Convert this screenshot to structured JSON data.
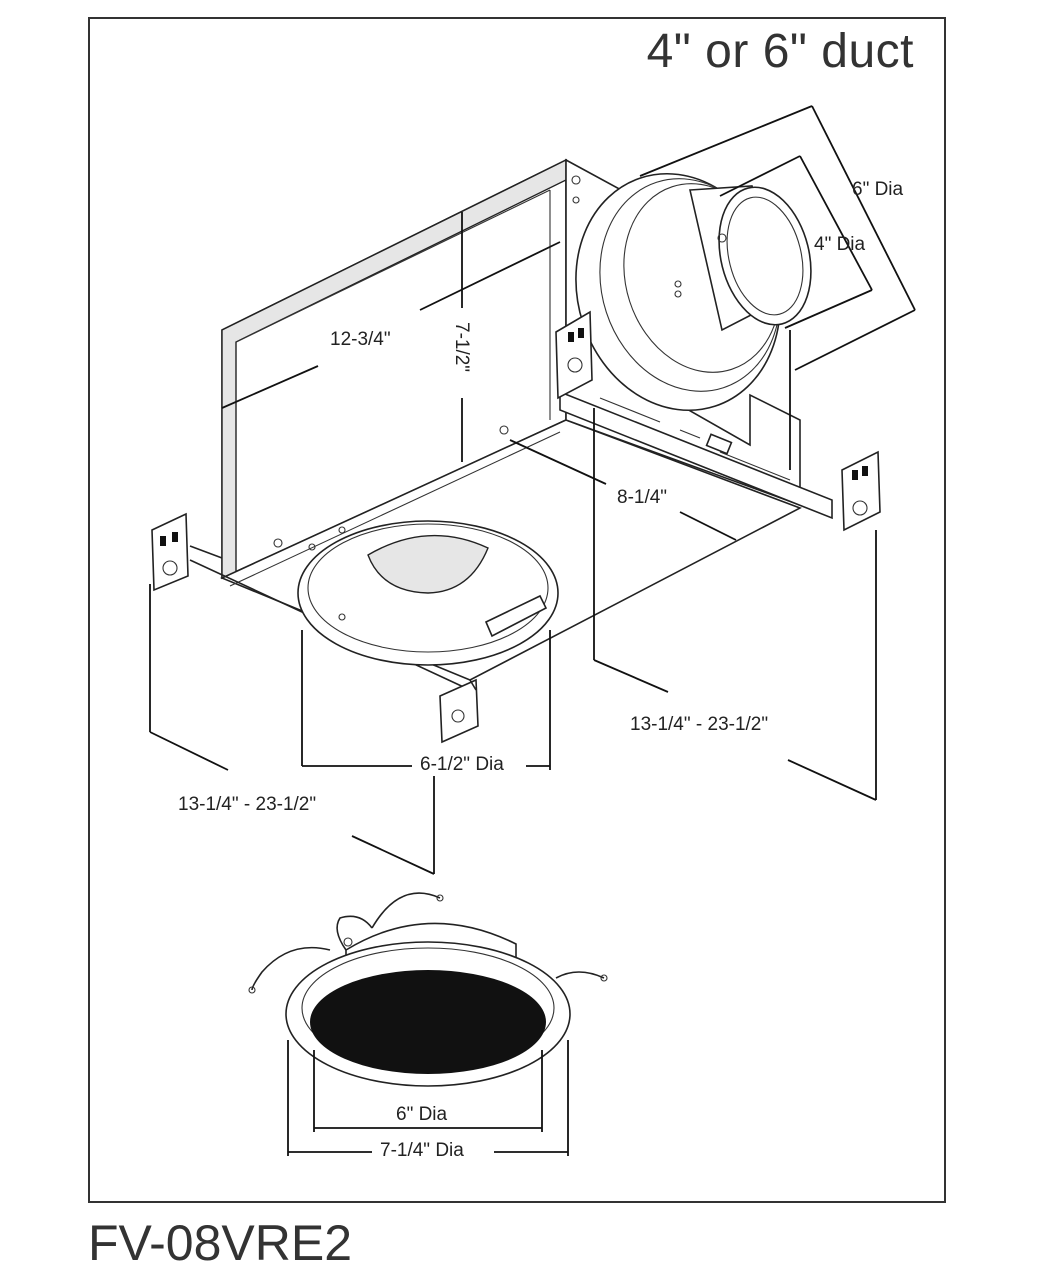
{
  "title": "4\" or 6\" duct",
  "model": "FV-08VRE2",
  "dimensions": {
    "duct_6": "6\" Dia",
    "duct_4": "4\" Dia",
    "length": "12-3/4\"",
    "height": "7-1/2\"",
    "depth": "8-1/4\"",
    "span_right": "13-1/4\" - 23-1/2\"",
    "span_left": "13-1/4\" - 23-1/2\"",
    "opening": "6-1/2\" Dia",
    "trim_inner": "6\" Dia",
    "trim_outer": "7-1/4\" Dia"
  }
}
